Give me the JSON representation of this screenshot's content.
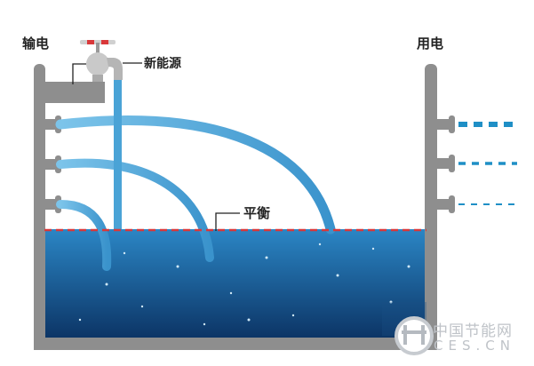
{
  "labels": {
    "transmission": "输电",
    "consumption": "用电",
    "new_energy": "新能源",
    "balance": "平衡"
  },
  "watermark": {
    "cn": "中国节能网",
    "en": "CES.CN"
  },
  "colors": {
    "tank": "#8e8e8e",
    "water_top": "#2b86c5",
    "water_bottom": "#0c3566",
    "balance_line": "#d9383a",
    "stream": "#4aa3d6"
  }
}
